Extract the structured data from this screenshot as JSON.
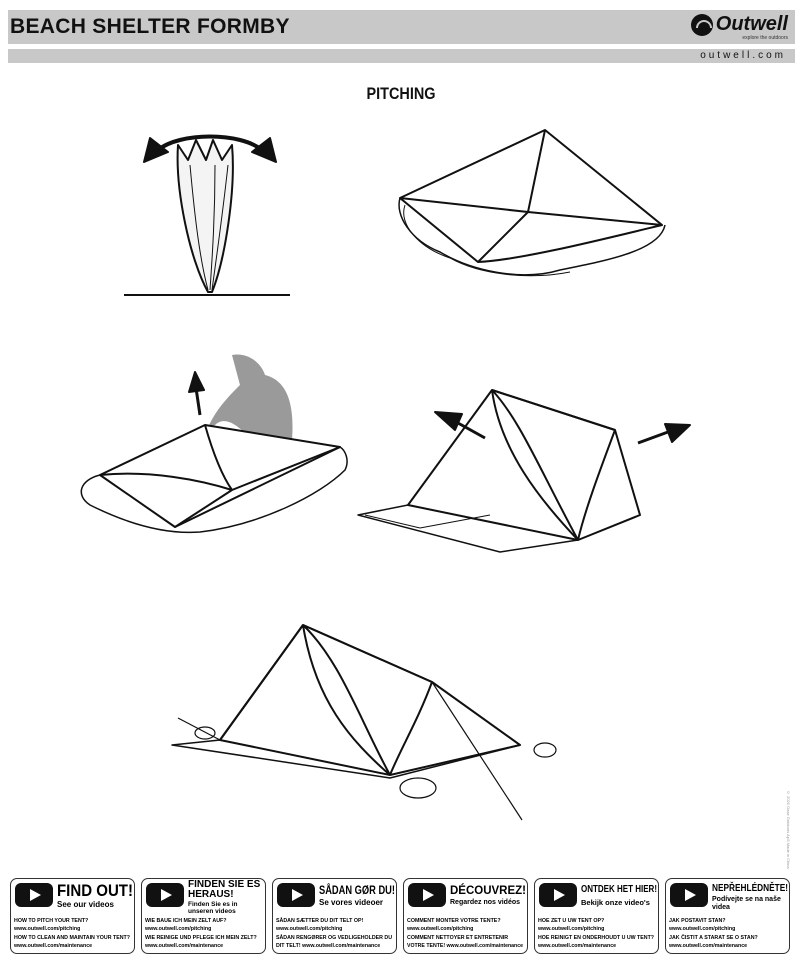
{
  "header": {
    "title": "BEACH SHELTER FORMBY",
    "logo_text": "Outwell",
    "logo_tagline": "explore the outdoors",
    "website": "outwell.com"
  },
  "section_title": "PITCHING",
  "side_note": "© 2020 Oase Outdoors ApS  Made in China",
  "video_boxes": [
    {
      "heading": "FIND OUT!",
      "sub": "See our videos",
      "lines": [
        "HOW TO PITCH YOUR TENT?",
        "www.outwell.com/pitching",
        "HOW TO CLEAN AND MAINTAIN YOUR TENT?",
        "www.outwell.com/maintenance"
      ]
    },
    {
      "heading": "FINDEN SIE ES HERAUS!",
      "sub": "Finden Sie es in unseren videos",
      "lines": [
        "WIE BAUE ICH MEIN ZELT AUF?",
        "www.outwell.com/pitching",
        "WIE REINIGE UND PFLEGE ICH MEIN ZELT?",
        "www.outwell.com/maintenance"
      ]
    },
    {
      "heading": "SÅDAN GØR DU!",
      "sub": "Se vores videoer",
      "lines": [
        "SÅDAN SÆTTER DU DIT TELT OP!",
        "www.outwell.com/pitching",
        "SÅDAN RENGØRER OG VEDLIGEHOLDER DU",
        "DIT TELT! www.outwell.com/maintenance"
      ]
    },
    {
      "heading": "DÉCOUVREZ!",
      "sub": "Regardez nos vidéos",
      "lines": [
        "COMMENT MONTER VOTRE TENTE?",
        "www.outwell.com/pitching",
        "COMMENT NETTOYER ET ENTRETENIR",
        "VOTRE TENTE! www.outwell.com/maintenance"
      ]
    },
    {
      "heading": "ONTDEK HET HIER!",
      "sub": "Bekijk onze video's",
      "lines": [
        "HOE ZET U UW TENT OP?",
        "www.outwell.com/pitching",
        "HOE REINIGT EN ONDERHOUDT U UW TENT?",
        "www.outwell.com/maintenance"
      ]
    },
    {
      "heading": "NEPŘEHLÉDNĚTE!",
      "sub": "Podívejte se na naše videa",
      "lines": [
        "JAK POSTAVIT STAN?",
        "www.outwell.com/pitching",
        "JAK ČISTIT A STARAT SE O STAN?",
        "www.outwell.com/maintenance"
      ]
    }
  ]
}
